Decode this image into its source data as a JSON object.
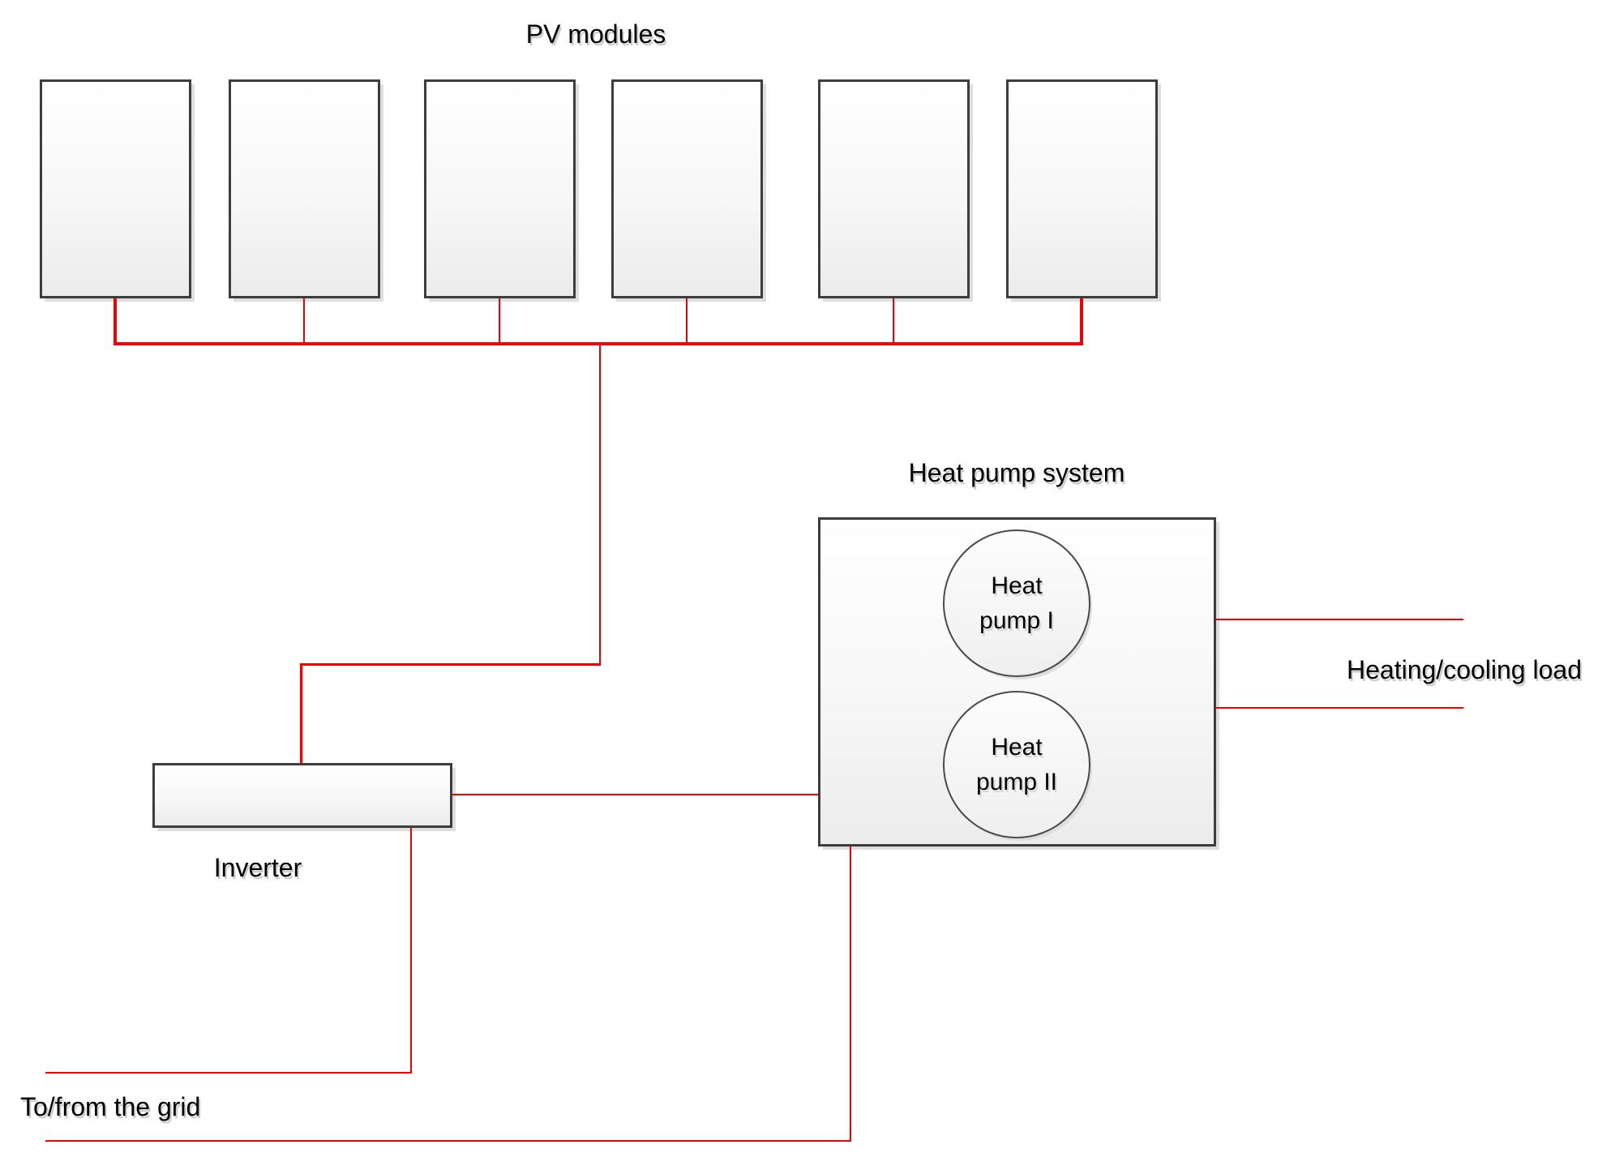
{
  "diagram": {
    "pv": {
      "title": "PV modules",
      "module_count": 6
    },
    "inverter": {
      "label": "Inverter"
    },
    "heat_pump_system": {
      "title": "Heat pump system",
      "pumps": [
        {
          "line1": "Heat",
          "line2": "pump I"
        },
        {
          "line1": "Heat",
          "line2": "pump II"
        }
      ]
    },
    "labels": {
      "heating_cooling_load": "Heating/cooling load",
      "to_from_grid": "To/from the grid"
    },
    "colors": {
      "connector_red": "#f00000",
      "box_border": "#3d3d3d"
    }
  }
}
